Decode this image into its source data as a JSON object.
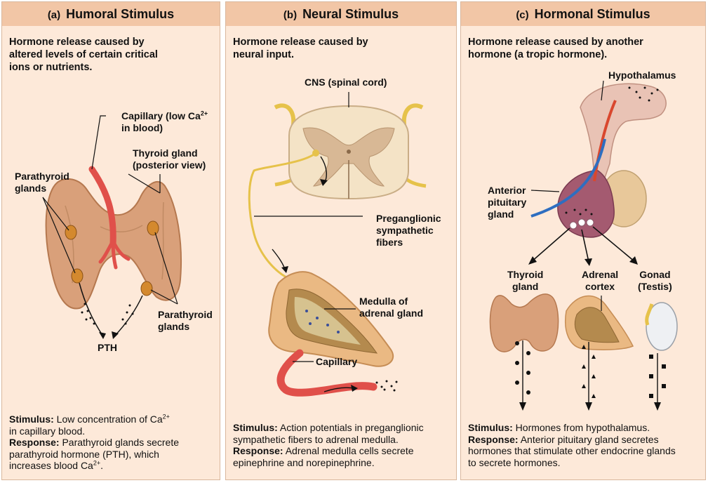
{
  "panels": [
    {
      "letter": "(a)",
      "title": "Humoral Stimulus",
      "subtitle_lines": [
        "Hormone release caused by",
        "altered levels of certain critical",
        "ions or nutrients."
      ],
      "labels": {
        "capillary_line1": "Capillary (low Ca",
        "capillary_sup": "2+",
        "capillary_line2": "in blood)",
        "thyroid_line1": "Thyroid gland",
        "thyroid_line2": "(posterior view)",
        "parathyroid_left_line1": "Parathyroid",
        "parathyroid_left_line2": "glands",
        "parathyroid_right_line1": "Parathyroid",
        "parathyroid_right_line2": "glands",
        "pth": "PTH"
      },
      "stimulus_label": "Stimulus:",
      "stimulus_text_1": " Low concentration of Ca",
      "stimulus_sup": "2+",
      "stimulus_text_2": "in capillary blood.",
      "response_label": "Response:",
      "response_text_1": " Parathyroid glands secrete",
      "response_text_2": "parathyroid hormone (PTH), which",
      "response_text_3": "increases blood Ca",
      "response_sup": "2+",
      "response_end": "."
    },
    {
      "letter": "(b)",
      "title": "Neural Stimulus",
      "subtitle_lines": [
        "Hormone release caused by",
        "neural input."
      ],
      "labels": {
        "cns": "CNS (spinal cord)",
        "preganglionic_line1": "Preganglionic",
        "preganglionic_line2": "sympathetic",
        "preganglionic_line3": "fibers",
        "medulla_line1": "Medulla of",
        "medulla_line2": "adrenal gland",
        "capillary": "Capillary"
      },
      "stimulus_label": "Stimulus:",
      "stimulus_text_1": " Action potentials in preganglionic",
      "stimulus_text_2": "sympathetic fibers to adrenal medulla.",
      "response_label": "Response:",
      "response_text_1": " Adrenal medulla cells secrete",
      "response_text_2": "epinephrine and norepinephrine."
    },
    {
      "letter": "(c)",
      "title": "Hormonal Stimulus",
      "subtitle_lines": [
        "Hormone release caused by another",
        "hormone (a tropic hormone)."
      ],
      "labels": {
        "hypothalamus": "Hypothalamus",
        "anterior_line1": "Anterior",
        "anterior_line2": "pituitary",
        "anterior_line3": "gland",
        "thyroid_line1": "Thyroid",
        "thyroid_line2": "gland",
        "adrenal_line1": "Adrenal",
        "adrenal_line2": "cortex",
        "gonad_line1": "Gonad",
        "gonad_line2": "(Testis)"
      },
      "stimulus_label": "Stimulus:",
      "stimulus_text_1": " Hormones from hypothalamus.",
      "response_label": "Response:",
      "response_text_1": " Anterior pituitary gland secretes",
      "response_text_2": "hormones that stimulate other endocrine glands",
      "response_text_3": "to secrete hormones."
    }
  ]
}
